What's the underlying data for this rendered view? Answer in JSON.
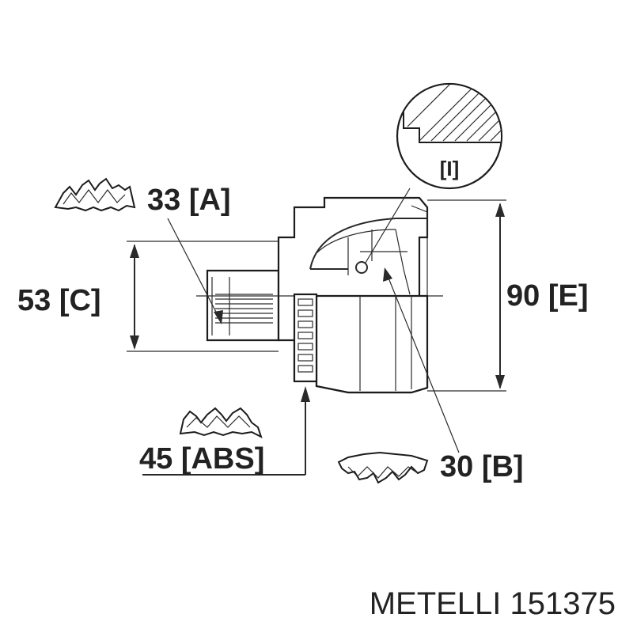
{
  "labels": {
    "spline_outer": "33 [A]",
    "seal_diameter": "53 [C]",
    "abs_teeth": "45 [ABS]",
    "spline_inner": "30 [B]",
    "outer_diameter": "90 [E]",
    "detail_marker": "[I]"
  },
  "brand": {
    "name": "METELLI 151375"
  },
  "colors": {
    "ink": "#222222",
    "background": "#ffffff"
  }
}
